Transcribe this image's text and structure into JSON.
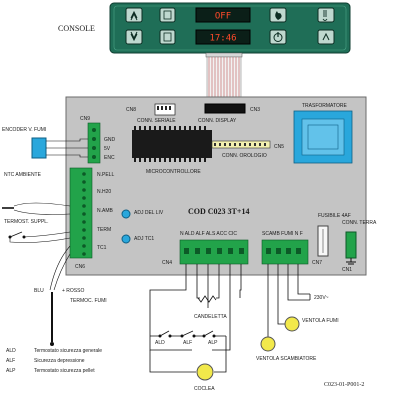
{
  "console": {
    "label": "CONSOLE",
    "display_top": "OFF",
    "display_bottom": "17:46"
  },
  "board": {
    "code": "COD C023 3T+14",
    "seriale": "CONN. SERIALE",
    "cn8": "CN8",
    "display": "CONN. DISPLAY",
    "cn3": "CN3",
    "micro": "MICROCONTROLLORE",
    "orologio": "CONN. OROLOGIO",
    "cn5": "CN5",
    "trasf": "TRASFORMATORE",
    "cn9": "CN9",
    "cn9_pins": [
      "GND",
      "5V",
      "ENC"
    ],
    "cn6": "CN6",
    "cn6_pins": [
      "N.PELL",
      "N.H20",
      "N.AMB",
      "TERM",
      "TC1"
    ],
    "adj1": "ADJ DEL LIV",
    "adj2": "ADJ TC1",
    "cn4": "CN4",
    "cn4_pins": "N ALD ALF ALS ACC CIC",
    "cn7": "CN7",
    "cn7_pins": "SCAMB FUMI N F",
    "fusibile": "FUSIBILE 4AF",
    "terra": "CONN. TERRA",
    "cn1": "CN1"
  },
  "external": {
    "encoder": "ENCODER V. FUMI",
    "ntc": "NTC AMBIENTE",
    "termost": "TERMOST. SUPPL.",
    "blu": "BLU",
    "rosso": "+ ROSSO",
    "termoc": "TERMOC. FUMI",
    "candeletta": "CANDELETTA",
    "ventola_fumi": "VENTOLA FUMI",
    "ventola_scamb": "VENTOLA SCAMBIATORE",
    "voltage": "230V~",
    "ald": "ALD",
    "alf": "ALF",
    "alp": "ALP",
    "coclea": "COCLEA"
  },
  "legend": [
    {
      "code": "ALD",
      "desc": "Termostato sicurezza generale"
    },
    {
      "code": "ALF",
      "desc": "Sicurezza depressione"
    },
    {
      "code": "ALP",
      "desc": "Termostato sicurezza pellet"
    }
  ],
  "doc_code": "C023-01-P001-2",
  "colors": {
    "board": "#c4c4c4",
    "console": "#1f6e57",
    "connector_green": "#22a34a",
    "trafo": "#29a7dc",
    "cable": "#c33a3a"
  }
}
